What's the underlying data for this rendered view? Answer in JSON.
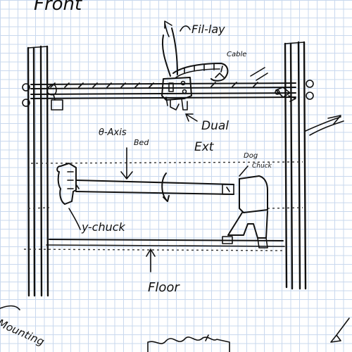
{
  "labels": {
    "title_fragment": "Front",
    "filament": "Fil-lay",
    "cable": "Cable",
    "dual_ext_line1": "Dual",
    "dual_ext_line2": "Ext",
    "theta_axis_line1": "θ-Axis",
    "theta_axis_line2": "Bed",
    "dog_chuck_line1": "Dog",
    "dog_chuck_line2": "Chuck",
    "y_chuck": "y-chuck",
    "floor": "Floor",
    "mounting": "Mounting"
  },
  "colors": {
    "ink": "#111111",
    "grid": "#c9d8ee",
    "paper": "#ffffff"
  }
}
